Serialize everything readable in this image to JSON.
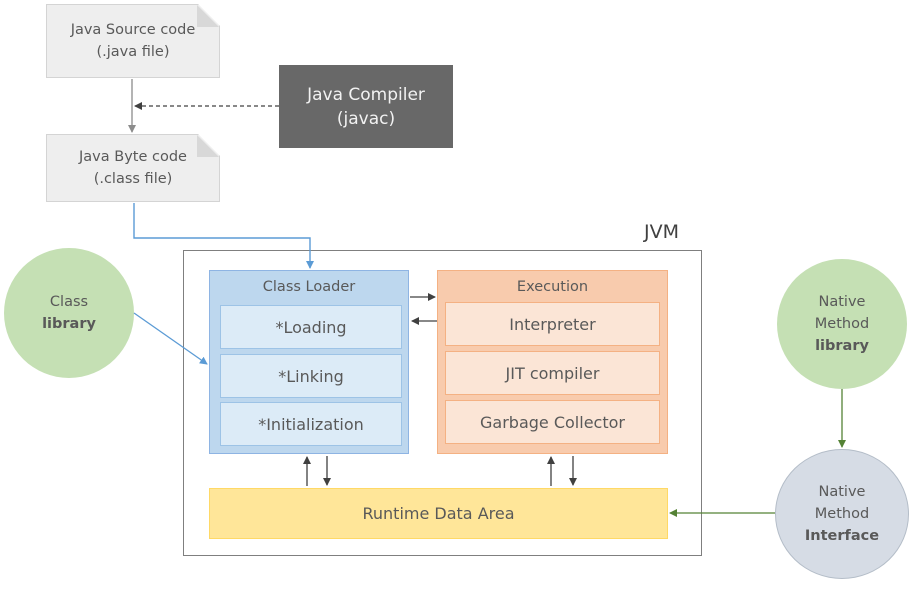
{
  "source_code": {
    "line1": "Java Source code",
    "line2": "(.java file)"
  },
  "byte_code": {
    "line1": "Java Byte code",
    "line2": "(.class file)"
  },
  "compiler": {
    "line1": "Java Compiler",
    "line2": "(javac)"
  },
  "jvm": {
    "label": "JVM"
  },
  "class_loader": {
    "title": "Class Loader",
    "items": [
      "*Loading",
      "*Linking",
      "*Initialization"
    ]
  },
  "execution": {
    "title": "Execution",
    "items": [
      "Interpreter",
      "JIT compiler",
      "Garbage Collector"
    ]
  },
  "runtime_data_area": "Runtime Data Area",
  "class_library": {
    "line1": "Class",
    "line2": "library"
  },
  "native_library": {
    "line1": "Native",
    "line2": "Method",
    "line3": "library"
  },
  "native_interface": {
    "line1": "Native",
    "line2": "Method",
    "line3": "Interface"
  },
  "colors": {
    "blue_arrow": "#5b9bd5",
    "green_arrow": "#548235",
    "dark_arrow": "#404040",
    "grey_arrow": "#8c8c8c"
  }
}
